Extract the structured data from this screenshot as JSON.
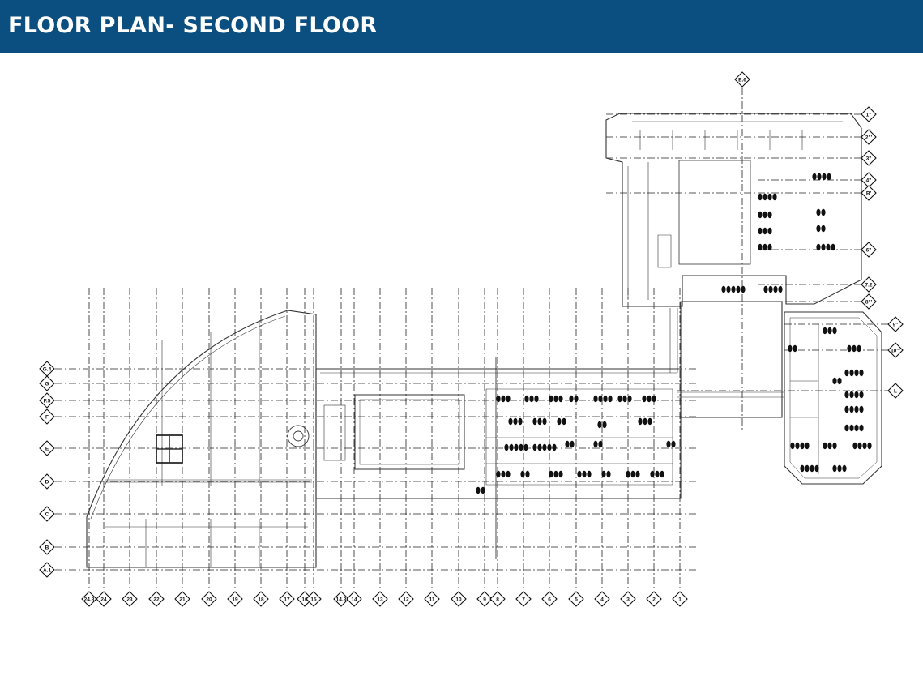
{
  "header": {
    "title": "FLOOR PLAN- SECOND FLOOR"
  },
  "colors": {
    "header_bg": "#0b4f80",
    "header_text": "#ffffff",
    "linework": "#222222"
  },
  "grid": {
    "columns": [
      "24.8",
      "24",
      "23",
      "22",
      "21",
      "20",
      "19",
      "18",
      "17",
      "16",
      "15",
      "14.3",
      "14",
      "13",
      "12",
      "11",
      "10",
      "9",
      "8",
      "7",
      "6",
      "5",
      "4",
      "3",
      "2",
      "1"
    ],
    "rows": [
      "G.4",
      "G",
      "F.5",
      "F",
      "E",
      "D",
      "C",
      "B",
      "A.1"
    ],
    "east_top": "E.6",
    "east_rows": [
      "1\"",
      "2\"'",
      "3\"",
      "4\"",
      "B'",
      "6\"",
      "7.2",
      "8\"'",
      "9\"",
      "10\"'",
      "L"
    ]
  }
}
